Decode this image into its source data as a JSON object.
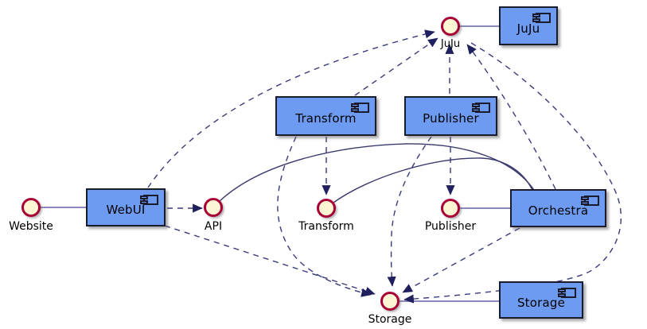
{
  "diagram": {
    "type": "uml-component-diagram",
    "components": [
      {
        "id": "juju",
        "label": "JuJu"
      },
      {
        "id": "transform",
        "label": "Transform"
      },
      {
        "id": "publisher",
        "label": "Publisher"
      },
      {
        "id": "webui",
        "label": "WebUI"
      },
      {
        "id": "orchestra",
        "label": "Orchestra"
      },
      {
        "id": "storage",
        "label": "Storage"
      }
    ],
    "interfaces": [
      {
        "id": "website",
        "label": "Website"
      },
      {
        "id": "juju_if",
        "label": "JuJu"
      },
      {
        "id": "api",
        "label": "API"
      },
      {
        "id": "transform_if",
        "label": "Transform"
      },
      {
        "id": "publisher_if",
        "label": "Publisher"
      },
      {
        "id": "storage_if",
        "label": "Storage"
      }
    ],
    "edges": [
      {
        "from": "website",
        "to": "webui",
        "style": "solid"
      },
      {
        "from": "juju_if",
        "to": "juju",
        "style": "solid"
      },
      {
        "from": "publisher_if",
        "to": "orchestra",
        "style": "solid"
      },
      {
        "from": "storage_if",
        "to": "storage",
        "style": "solid"
      },
      {
        "from": "api",
        "to": "orchestra",
        "style": "solid-curved"
      },
      {
        "from": "transform_if",
        "to": "orchestra",
        "style": "solid-curved"
      },
      {
        "from": "webui",
        "to": "api",
        "style": "dashed-arrow"
      },
      {
        "from": "webui",
        "to": "juju_if",
        "style": "dashed-arrow"
      },
      {
        "from": "webui",
        "to": "storage_if",
        "style": "dashed-arrow"
      },
      {
        "from": "transform",
        "to": "transform_if",
        "style": "dashed-arrow"
      },
      {
        "from": "transform",
        "to": "juju_if",
        "style": "dashed-arrow"
      },
      {
        "from": "transform",
        "to": "storage_if",
        "style": "dashed-arrow"
      },
      {
        "from": "publisher",
        "to": "publisher_if",
        "style": "dashed-arrow"
      },
      {
        "from": "publisher",
        "to": "juju_if",
        "style": "dashed-arrow"
      },
      {
        "from": "publisher",
        "to": "storage_if",
        "style": "dashed-arrow"
      },
      {
        "from": "orchestra",
        "to": "juju_if",
        "style": "dashed-arrow"
      },
      {
        "from": "orchestra",
        "to": "storage_if",
        "style": "dashed-arrow"
      },
      {
        "from": "juju",
        "to": "storage_if",
        "style": "dashed-arrow"
      }
    ],
    "colors": {
      "component_fill": "#6D9BF2",
      "component_border": "#1B1B2E",
      "interface_fill": "#FCF6D5",
      "interface_border": "#A80036",
      "solid_link": "#8888BB",
      "solid_curve": "#39396E",
      "dashed_link": "#3A3A7E",
      "arrowhead": "#20205E"
    }
  }
}
